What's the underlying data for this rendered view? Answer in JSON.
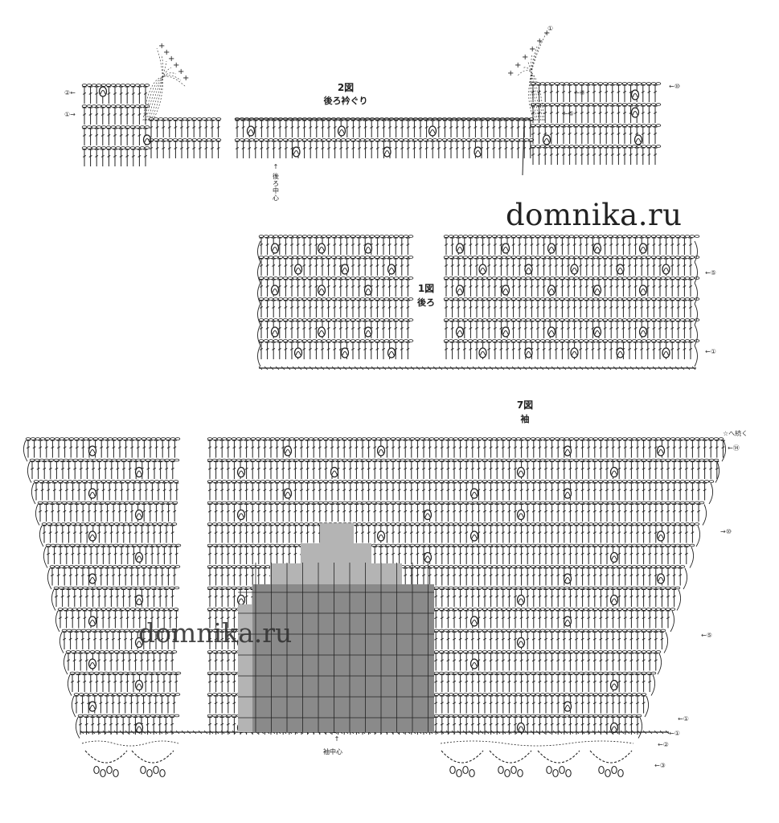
{
  "watermark_top": "domnika.ru",
  "watermark_bottom": "domnika.ru",
  "figure2": {
    "number": "2図",
    "name": "後ろ衿ぐり",
    "center_label": "後ろ中心",
    "left_rows": [
      "②←",
      "①→"
    ],
    "right_rows": [
      "←⑩",
      "←⑨",
      "←⑤",
      "①"
    ],
    "edge_num": "①"
  },
  "figure1": {
    "number": "1図",
    "name": "後ろ",
    "right_rows": [
      "←⑤",
      "←①"
    ]
  },
  "figure7": {
    "number": "7図",
    "name": "袖",
    "center_label": "袖中心",
    "continue_label": "☆へ続く",
    "right_rows": [
      "←⑭",
      "→⑩",
      "←⑤",
      "←①",
      "←①",
      "←②",
      "←③"
    ]
  },
  "colors": {
    "ink": "#222222",
    "fill_dark": "#8a8a8a",
    "fill_light": "#b4b4b4"
  }
}
